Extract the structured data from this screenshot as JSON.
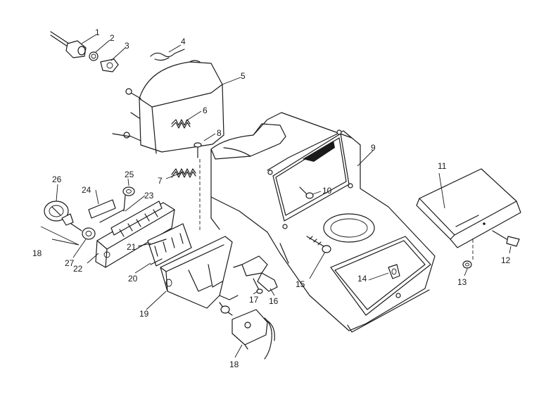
{
  "callouts": [
    {
      "id": "c1",
      "label": "1"
    },
    {
      "id": "c2",
      "label": "2"
    },
    {
      "id": "c3",
      "label": "3"
    },
    {
      "id": "c4",
      "label": "4"
    },
    {
      "id": "c5",
      "label": "5"
    },
    {
      "id": "c6",
      "label": "6"
    },
    {
      "id": "c7",
      "label": "7"
    },
    {
      "id": "c8",
      "label": "8"
    },
    {
      "id": "c9",
      "label": "9"
    },
    {
      "id": "c10",
      "label": "10"
    },
    {
      "id": "c11",
      "label": "11"
    },
    {
      "id": "c12",
      "label": "12"
    },
    {
      "id": "c13",
      "label": "13"
    },
    {
      "id": "c14",
      "label": "14"
    },
    {
      "id": "c15",
      "label": "15"
    },
    {
      "id": "c16",
      "label": "16"
    },
    {
      "id": "c17",
      "label": "17"
    },
    {
      "id": "c18a",
      "label": "18"
    },
    {
      "id": "c18b",
      "label": "18"
    },
    {
      "id": "c19",
      "label": "19"
    },
    {
      "id": "c20",
      "label": "20"
    },
    {
      "id": "c21",
      "label": "21"
    },
    {
      "id": "c22",
      "label": "22"
    },
    {
      "id": "c23",
      "label": "23"
    },
    {
      "id": "c24",
      "label": "24"
    },
    {
      "id": "c25",
      "label": "25"
    },
    {
      "id": "c26",
      "label": "26"
    },
    {
      "id": "c27",
      "label": "27"
    }
  ]
}
